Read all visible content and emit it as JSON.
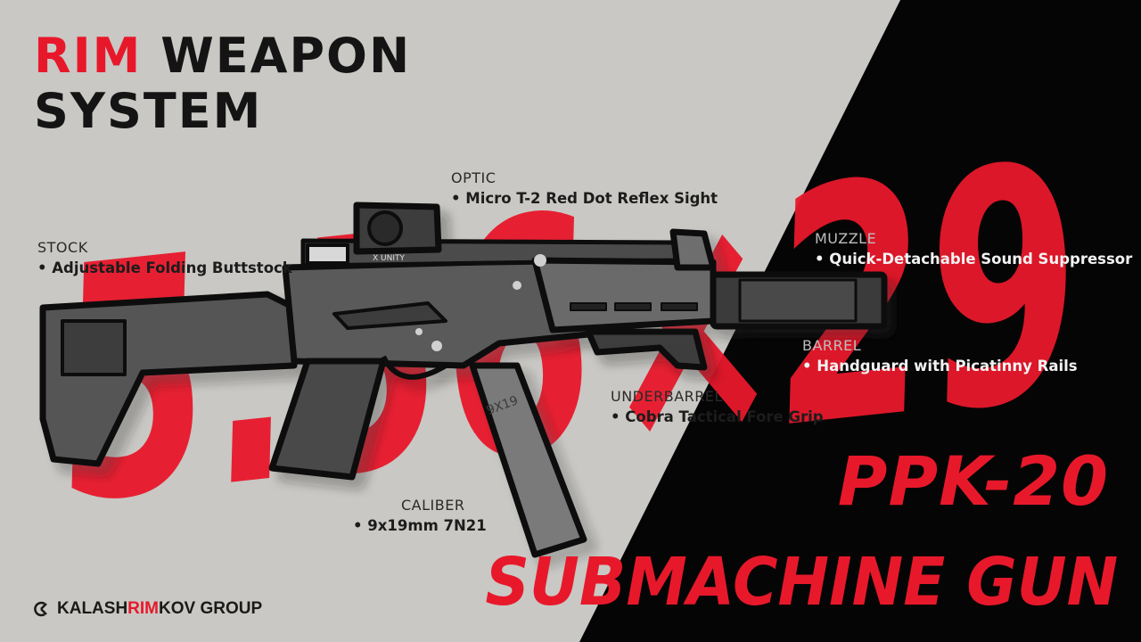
{
  "poster": {
    "title_accent": "RIM",
    "title_line1_rest": " WEAPON",
    "title_line2": "SYSTEM",
    "caliber_graphic_text": "5.56×29",
    "magazine_marking": "9X19",
    "optic_marking": "X UNITY",
    "model_name": "PPK-20",
    "model_type": "SUBMACHINE GUN",
    "brand_prefix": "KALASH",
    "brand_accent": "RIM",
    "brand_suffix": "KOV GROUP",
    "icon": "brand-logo-icon"
  },
  "callouts": {
    "optic": {
      "category": "OPTIC",
      "value": "• Micro T-2 Red Dot Reflex Sight"
    },
    "stock": {
      "category": "STOCK",
      "value": "• Adjustable Folding Buttstock"
    },
    "muzzle": {
      "category": "MUZZLE",
      "value": "• Quick-Detachable Sound Suppressor"
    },
    "barrel": {
      "category": "BARREL",
      "value": "• Handguard with Picatinny Rails"
    },
    "underbarrel": {
      "category": "UNDERBARREL",
      "value": "• Cobra Tactical Fore Grip"
    },
    "caliber": {
      "category": "CALIBER",
      "value": "• 9x19mm 7N21"
    }
  },
  "colors": {
    "accent": "#e8182b",
    "background_light": "#c8c7c3",
    "background_dark": "#050505"
  }
}
